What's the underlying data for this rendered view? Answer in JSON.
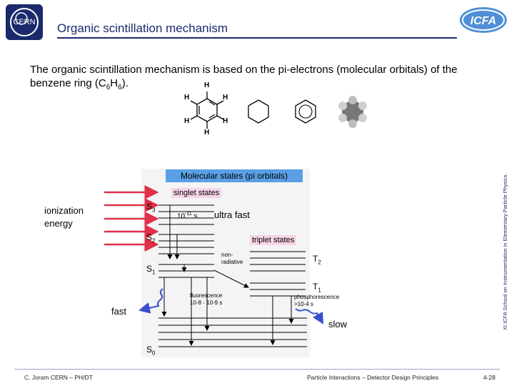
{
  "header": {
    "title": "Organic scintillation mechanism",
    "logo_left": "CERN",
    "logo_right": "ICFA"
  },
  "intro": {
    "text_before": "The organic scintillation mechanism is based on the pi-electrons (molecular orbitals) of the benzene ring  (C",
    "sub_c": "6",
    "text_mid": "H",
    "sub_h": "6",
    "text_after": ")."
  },
  "benzene": {
    "atoms": [
      "H",
      "H",
      "H",
      "H",
      "H",
      "H"
    ]
  },
  "diagram": {
    "banner": "Molecular states (pi orbitals)",
    "singlet_label": "singlet states",
    "triplet_label": "triplet states",
    "ionization": [
      "ionization",
      "energy"
    ],
    "s3": "S",
    "s3_sub": "3",
    "s2": "S",
    "s2_sub": "2",
    "s1": "S",
    "s1_sub": "1",
    "s0": "S",
    "s0_sub": "0",
    "t2": "T",
    "t2_sub": "2",
    "t1": "T",
    "t1_sub": "1",
    "time_fast": "10",
    "time_fast_exp": "-11",
    "time_unit": " s",
    "ultra_fast": "ultra fast",
    "nonradiative": [
      "non-",
      "radiative"
    ],
    "fluorescence": [
      "fluorescence",
      "10-8 - 10-9 s"
    ],
    "fast": "fast",
    "phosphorescence": [
      "phosphorescence",
      ">10-4 s"
    ],
    "slow": "slow"
  },
  "side_text": "XI ICFA School on Instrumentation in Elementary Particle Physics",
  "footer": {
    "left": "C. Joram  CERN – PH/DT",
    "middle": "Particle Interactions – Detector Design Principles",
    "page": "4-28"
  },
  "colors": {
    "title": "#1a2a6c",
    "banner": "#5aa0e6",
    "label_bg": "#f7d4e8",
    "arrow_red": "#e0304a",
    "wave_blue": "#3a4fcc",
    "panel": "#f2f2f2"
  }
}
